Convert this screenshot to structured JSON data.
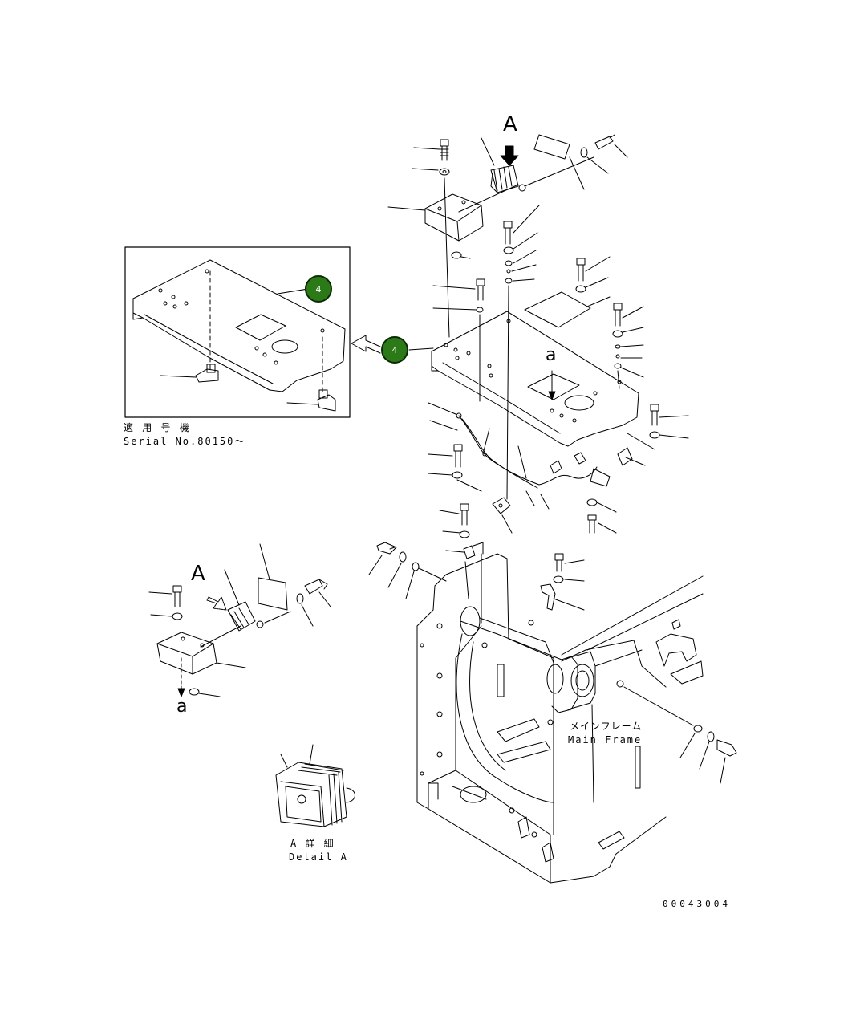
{
  "diagram": {
    "inset_label": {
      "line1": "適 用 号 機",
      "line2": "Serial No.80150～"
    },
    "main_frame_label": {
      "line1": "メインフレーム",
      "line2": "Main Frame"
    },
    "detail_label": {
      "line1": "A 詳 細",
      "line2": "Detail A"
    },
    "view_marker_top": "A",
    "view_marker_left": "A",
    "ref_a_top": "a",
    "ref_a_left": "a",
    "figure_number": "00043004",
    "callouts": [
      {
        "label": "4"
      },
      {
        "label": "4"
      }
    ],
    "colors": {
      "callout_fill": "#2c7a17",
      "line": "#000000"
    }
  }
}
